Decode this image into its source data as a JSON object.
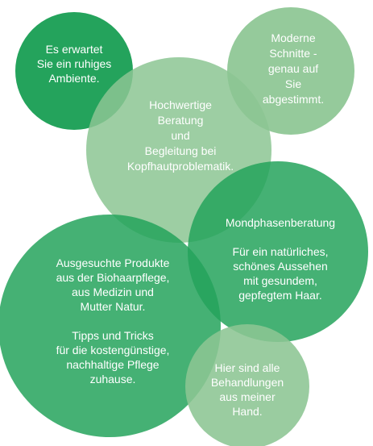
{
  "colors": {
    "dark_green": "#24a35c",
    "light_green": "#8cc593",
    "background": "#ffffff",
    "text": "#ffffff"
  },
  "bubbles": [
    {
      "id": "ambiente",
      "lines": [
        "Es erwartet",
        "Sie ein ruhiges",
        "Ambiente."
      ]
    },
    {
      "id": "schnitte",
      "lines": [
        "Moderne",
        "Schnitte -",
        "genau auf",
        "Sie",
        "abgestimmt."
      ]
    },
    {
      "id": "beratung",
      "lines": [
        "Hochwertige",
        "Beratung",
        "und",
        "Begleitung bei",
        "Kopfhautproblematik."
      ]
    },
    {
      "id": "produkte",
      "lines": [
        "Ausgesuchte Produkte",
        "aus der Biohaarpflege,",
        "aus Medizin und",
        "Mutter Natur.",
        "",
        "Tipps und Tricks",
        "für die kostengünstige,",
        "nachhaltige Pflege",
        "zuhause."
      ]
    },
    {
      "id": "mondphasen",
      "lines": [
        "Mondphasenberatung",
        "",
        "Für ein natürliches,",
        "schönes Aussehen",
        "mit gesundem,",
        "gepfegtem Haar."
      ]
    },
    {
      "id": "behandlungen",
      "lines": [
        "Hier sind alle",
        "Behandlungen",
        "aus meiner",
        "Hand."
      ]
    }
  ]
}
